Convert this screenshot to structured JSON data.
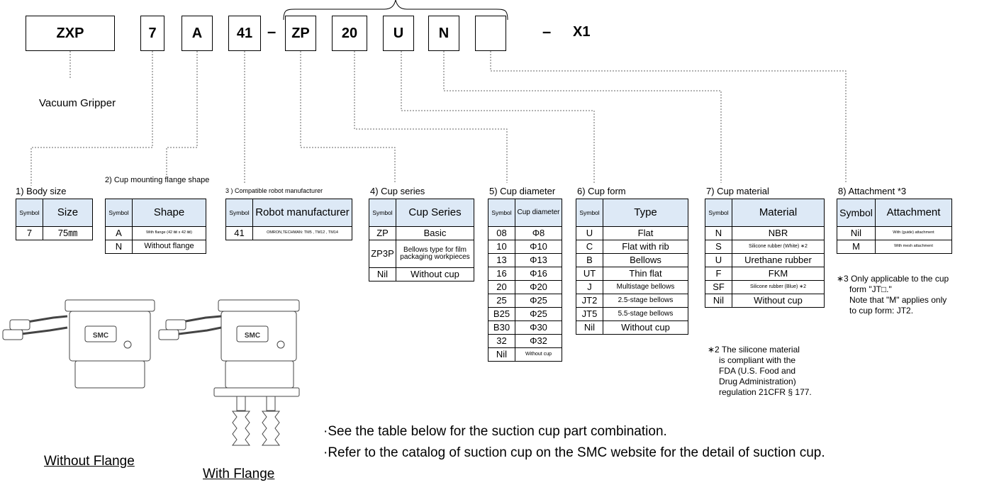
{
  "part_number": {
    "boxes": [
      "ZXP",
      "7",
      "A",
      "41",
      "ZP",
      "20",
      "U",
      "N",
      ""
    ],
    "dashes": [
      "–",
      "–"
    ],
    "suffix": "X1"
  },
  "vacuum_gripper_label": "Vacuum Gripper",
  "sections": {
    "body_size": {
      "title": "1) Body size",
      "headers": [
        "Symbol",
        "Size"
      ],
      "rows": [
        [
          "7",
          "75㎜"
        ]
      ]
    },
    "flange_shape": {
      "title": "2) Cup mounting flange shape",
      "headers": [
        "Symbol",
        "Shape"
      ],
      "rows": [
        [
          "A",
          "With flange (42 ㎜ x 42 ㎜)"
        ],
        [
          "N",
          "Without flange"
        ]
      ]
    },
    "robot_manufacturer": {
      "title": "3 ) Compatible robot manufacturer",
      "headers": [
        "Symbol",
        "Robot manufacturer"
      ],
      "rows": [
        [
          "41",
          "OMRON,TECHMAN: TM5 , TM12 , TM14"
        ]
      ]
    },
    "cup_series": {
      "title": "4) Cup series",
      "headers": [
        "Symbol",
        "Cup Series"
      ],
      "rows": [
        [
          "ZP",
          "Basic"
        ],
        [
          "ZP3P",
          "Bellows type for film packaging workpieces"
        ],
        [
          "Nil",
          "Without cup"
        ]
      ]
    },
    "cup_diameter": {
      "title": "5) Cup diameter",
      "headers": [
        "Symbol",
        "Cup diameter"
      ],
      "rows": [
        [
          "08",
          "Φ8"
        ],
        [
          "10",
          "Φ10"
        ],
        [
          "13",
          "Φ13"
        ],
        [
          "16",
          "Φ16"
        ],
        [
          "20",
          "Φ20"
        ],
        [
          "25",
          "Φ25"
        ],
        [
          "B25",
          "Φ25"
        ],
        [
          "B30",
          "Φ30"
        ],
        [
          "32",
          "Φ32"
        ],
        [
          "Nil",
          "Without cup"
        ]
      ]
    },
    "cup_form": {
      "title": "6) Cup form",
      "headers": [
        "Symbol",
        "Type"
      ],
      "rows": [
        [
          "U",
          "Flat"
        ],
        [
          "C",
          "Flat with rib"
        ],
        [
          "B",
          "Bellows"
        ],
        [
          "UT",
          "Thin flat"
        ],
        [
          "J",
          "Multistage bellows"
        ],
        [
          "JT2",
          "2.5-stage bellows"
        ],
        [
          "JT5",
          "5.5-stage bellows"
        ],
        [
          "Nil",
          "Without cup"
        ]
      ]
    },
    "cup_material": {
      "title": "7) Cup material",
      "headers": [
        "Symbol",
        "Material"
      ],
      "rows": [
        [
          "N",
          "NBR"
        ],
        [
          "S",
          "Silicone rubber (White) ∗2"
        ],
        [
          "U",
          "Urethane rubber"
        ],
        [
          "F",
          "FKM"
        ],
        [
          "SF",
          "Silicone rubber (Blue) ∗2"
        ],
        [
          "Nil",
          "Without cup"
        ]
      ],
      "note_mark": "∗2",
      "note_lines": [
        "The silicone material",
        "is compliant with the",
        "FDA (U.S. Food and",
        "Drug Administration)",
        "regulation 21CFR § 177."
      ]
    },
    "attachment": {
      "title": "8) Attachment *3",
      "headers": [
        "Symbol",
        "Attachment"
      ],
      "rows": [
        [
          "Nil",
          "With (guide) attachment"
        ],
        [
          "M",
          "With mesh attachment"
        ]
      ],
      "note_mark": "∗3",
      "note_lines": [
        "Only applicable to the cup",
        "form \"JT□.\"",
        "Note that \"M\" applies only",
        "to cup form: JT2."
      ]
    }
  },
  "bullets": [
    "·See the table below for the suction cup part combination.",
    "·Refer to the catalog of suction cup on the SMC website for the detail of suction cup."
  ],
  "captions": {
    "without_flange": "Without Flange",
    "with_flange": "With Flange"
  },
  "device_logo_text": "SMC"
}
